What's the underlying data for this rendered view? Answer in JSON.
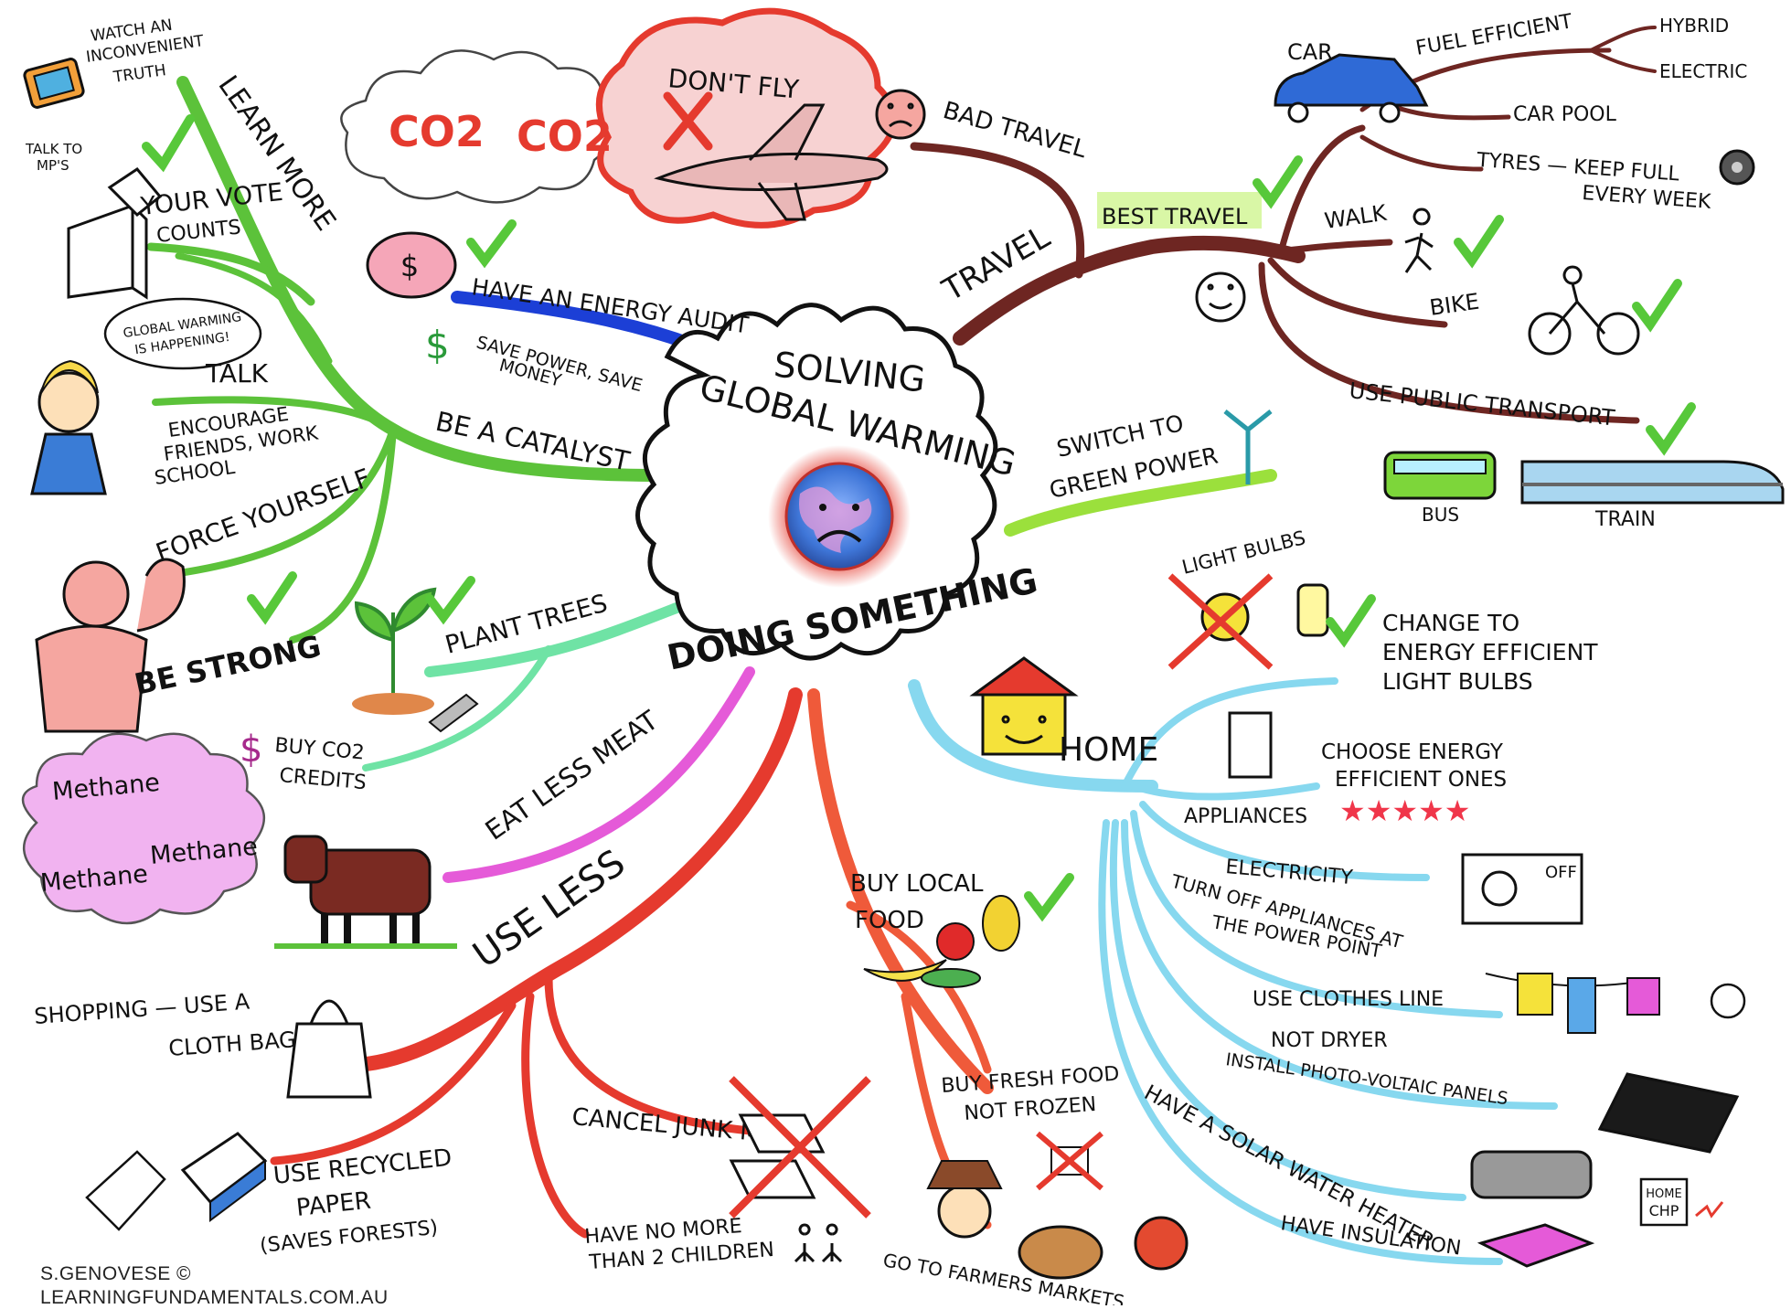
{
  "center": {
    "title_line1": "SOLVING",
    "title_line2": "GLOBAL WARMING",
    "subtitle": "DOING SOMETHING"
  },
  "branches": {
    "learn_more": {
      "label": "LEARN MORE",
      "watch": [
        "WATCH AN",
        "INCONVENIENT",
        "TRUTH"
      ],
      "talk_mps": [
        "TALK TO",
        "MP'S"
      ],
      "vote": [
        "YOUR VOTE",
        "COUNTS"
      ]
    },
    "be_a_catalyst": {
      "label": "BE A CATALYST",
      "talk": "TALK",
      "speech": [
        "GLOBAL WARMING",
        "IS HAPPENING!"
      ],
      "encourage": [
        "ENCOURAGE",
        "FRIENDS, WORK",
        "SCHOOL"
      ],
      "force": "FORCE YOURSELF",
      "strong": "BE STRONG"
    },
    "energy_audit": {
      "label": "HAVE AN ENERGY AUDIT",
      "note": [
        "SAVE POWER, SAVE",
        "MONEY"
      ],
      "dollar": "$"
    },
    "plant_trees": {
      "label": "PLANT TREES",
      "credits": [
        "BUY CO2",
        "CREDITS"
      ],
      "dollar": "$"
    },
    "eat_less_meat": {
      "label": "EAT LESS MEAT",
      "methane": [
        "Methane",
        "Methane",
        "Methane"
      ]
    },
    "use_less": {
      "label": "USE LESS",
      "shopping": [
        "SHOPPING — USE A",
        "CLOTH BAG"
      ],
      "paper": [
        "USE RECYCLED",
        "PAPER",
        "(SAVES FORESTS)"
      ],
      "junk": "CANCEL JUNK MAIL",
      "children": [
        "HAVE NO MORE",
        "THAN 2 CHILDREN"
      ]
    },
    "food": {
      "local": [
        "BUY LOCAL",
        "FOOD"
      ],
      "fresh": [
        "BUY FRESH FOOD",
        "NOT FROZEN"
      ],
      "markets": "GO TO FARMERS MARKETS"
    },
    "home": {
      "label": "HOME",
      "bulbs": "LIGHT BULBS",
      "bulbs_change": [
        "CHANGE TO",
        "ENERGY EFFICIENT",
        "LIGHT BULBS"
      ],
      "appliances": "APPLIANCES",
      "choose": [
        "CHOOSE ENERGY",
        "EFFICIENT ONES"
      ],
      "stars": "★★★★★",
      "electricity": "ELECTRICITY",
      "turn_off": [
        "TURN OFF APPLIANCES AT",
        "THE POWER POINT"
      ],
      "off": "OFF",
      "clothes": [
        "USE CLOTHES LINE",
        "NOT DRYER"
      ],
      "pv": "INSTALL PHOTO-VOLTAIC PANELS",
      "solar": "HAVE A SOLAR WATER HEATER",
      "insulation": "HAVE INSULATION",
      "chp": [
        "HOME",
        "CHP"
      ]
    },
    "green_power": {
      "label": [
        "SWITCH TO",
        "GREEN POWER"
      ]
    },
    "travel": {
      "label": "TRAVEL",
      "bad": "BAD TRAVEL",
      "dont_fly": "DON'T FLY",
      "co2": [
        "CO2",
        "CO2"
      ],
      "best": "BEST TRAVEL",
      "car": "CAR",
      "fuel": "FUEL EFFICIENT",
      "hybrid": "HYBRID",
      "electric": "ELECTRIC",
      "carpool": "CAR POOL",
      "tyres": [
        "TYRES — KEEP FULL",
        "EVERY WEEK"
      ],
      "walk": "WALK",
      "bike": "BIKE",
      "public": "USE PUBLIC TRANSPORT",
      "bus": "BUS",
      "train": "TRAIN"
    }
  },
  "credit": {
    "author": "S.GENOVESE ©",
    "site": "LEARNINGFUNDAMENTALS.COM.AU"
  },
  "colors": {
    "learn_green": "#5cc23a",
    "travel_brown": "#6e2622",
    "blue": "#1c3fd6",
    "light_green": "#9be03c",
    "mint": "#6fe3a5",
    "pink": "#e55ad8",
    "red": "#e53a2e",
    "orange_red": "#ef5a3a",
    "sky": "#87d8ef",
    "check": "#57c83a",
    "star": "#f0364a"
  }
}
